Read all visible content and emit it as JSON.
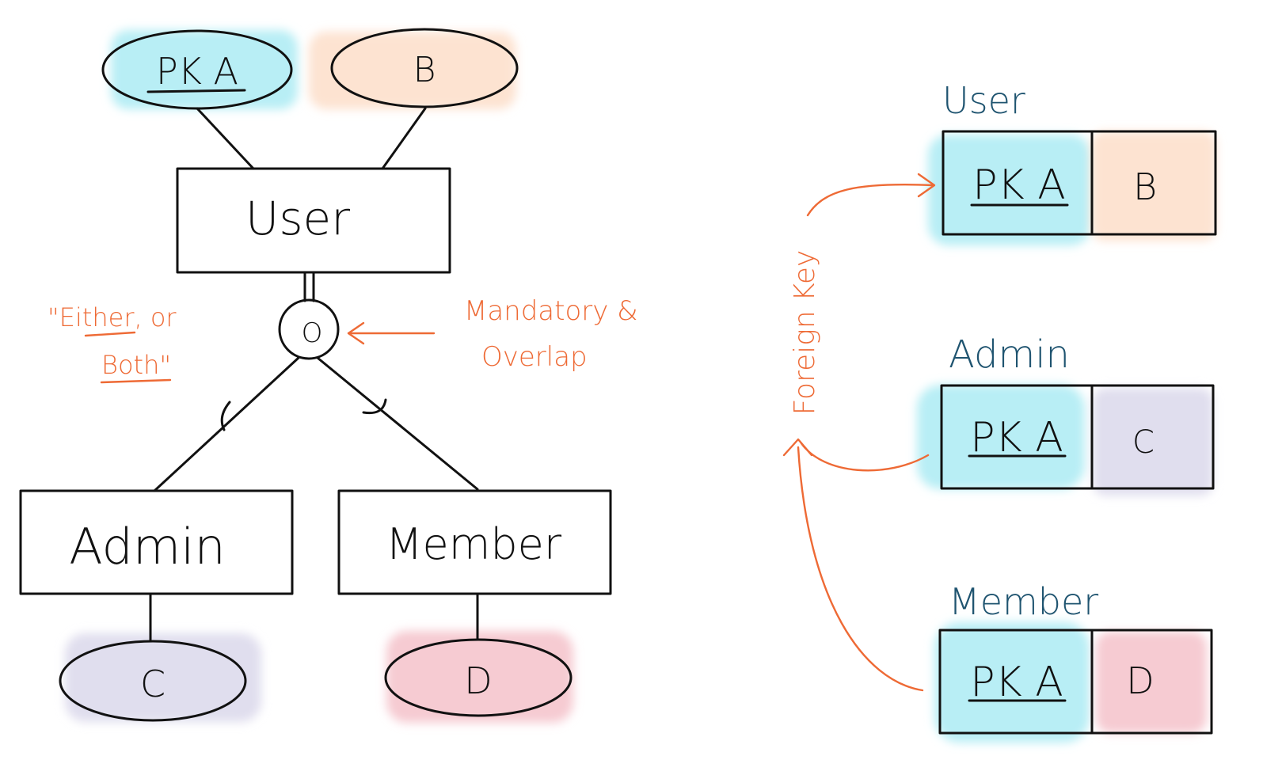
{
  "er": {
    "entity_user": "User",
    "entity_admin": "Admin",
    "entity_member": "Member",
    "attr_pk": "PK A",
    "attr_b": "B",
    "attr_c": "C",
    "attr_d": "D",
    "disjoint_symbol": "O"
  },
  "notes": {
    "either_line1": "\"Either, or",
    "either_line2": "Both\"",
    "mandatory_line1": "Mandatory &",
    "mandatory_line2": "Overlap",
    "foreign_key": "Foreign Key"
  },
  "tables": [
    {
      "title": "User",
      "pk": "PK A",
      "attr": "B"
    },
    {
      "title": "Admin",
      "pk": "PK A",
      "attr": "C"
    },
    {
      "title": "Member",
      "pk": "PK A",
      "attr": "D"
    }
  ],
  "colors": {
    "pk_fill": "#b8eef5",
    "b_fill": "#fde3d1",
    "c_fill": "#e0deee",
    "d_fill": "#f6cbd2",
    "annotation": "#ee6a35",
    "table_title": "#1f5470"
  }
}
